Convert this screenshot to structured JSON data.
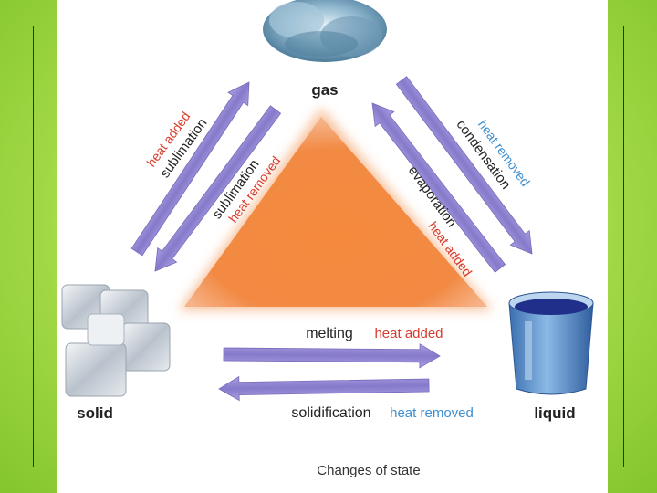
{
  "states": {
    "gas": "gas",
    "solid": "solid",
    "liquid": "liquid"
  },
  "processes": {
    "sublimation_up": {
      "name": "sublimation",
      "heat": "heat added"
    },
    "sublimation_down": {
      "name": "sublimation",
      "heat": "heat removed"
    },
    "condensation": {
      "name": "condensation",
      "heat": "heat removed"
    },
    "evaporation": {
      "name": "evaporation",
      "heat": "heat added"
    },
    "melting": {
      "name": "melting",
      "heat": "heat added"
    },
    "solidification": {
      "name": "solidification",
      "heat": "heat removed"
    }
  },
  "caption": "Changes of state",
  "colors": {
    "heat_added": "#d93a2c",
    "heat_removed": "#3f8fcf",
    "arrow": "#8a7fd0",
    "triangle": "#f0853e"
  }
}
